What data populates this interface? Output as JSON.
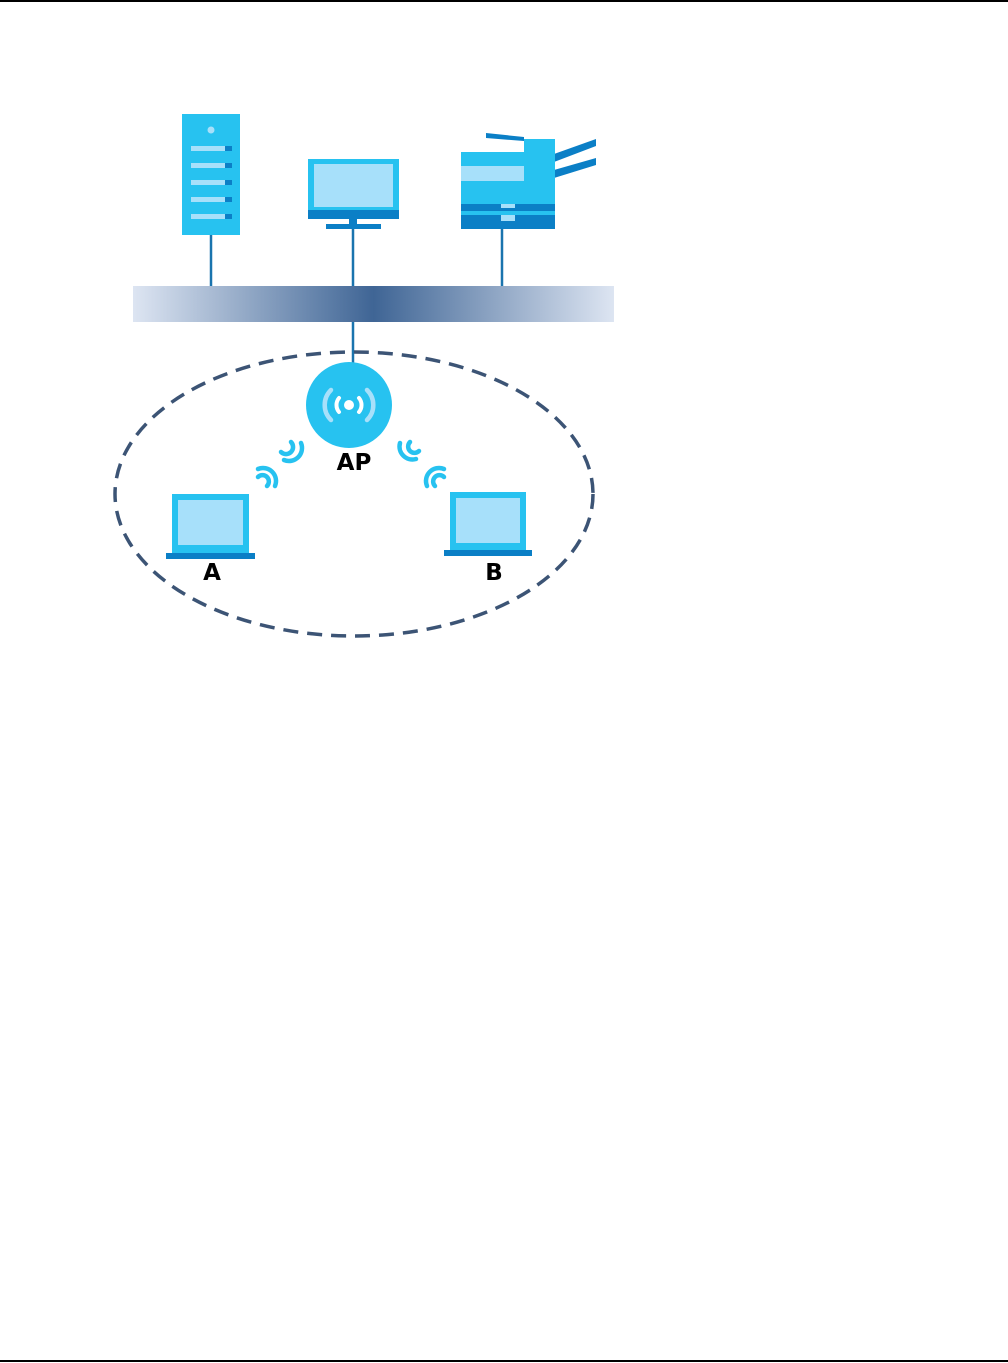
{
  "diagram": {
    "labels": {
      "ap": "AP",
      "client_a": "A",
      "client_b": "B"
    },
    "icons": [
      "server-icon",
      "monitor-icon",
      "printer-icon",
      "network-backbone",
      "access-point-icon",
      "wifi-signal-icon",
      "laptop-icon"
    ],
    "colors": {
      "device_fill": "#27c2f0",
      "device_dark": "#0b7fc6",
      "screen": "#a7e0fa",
      "backbone_center": "#3f6595",
      "backbone_edge": "#dbe3f0",
      "link_line": "#1a74ae",
      "coverage_dash": "#3c5475"
    }
  }
}
